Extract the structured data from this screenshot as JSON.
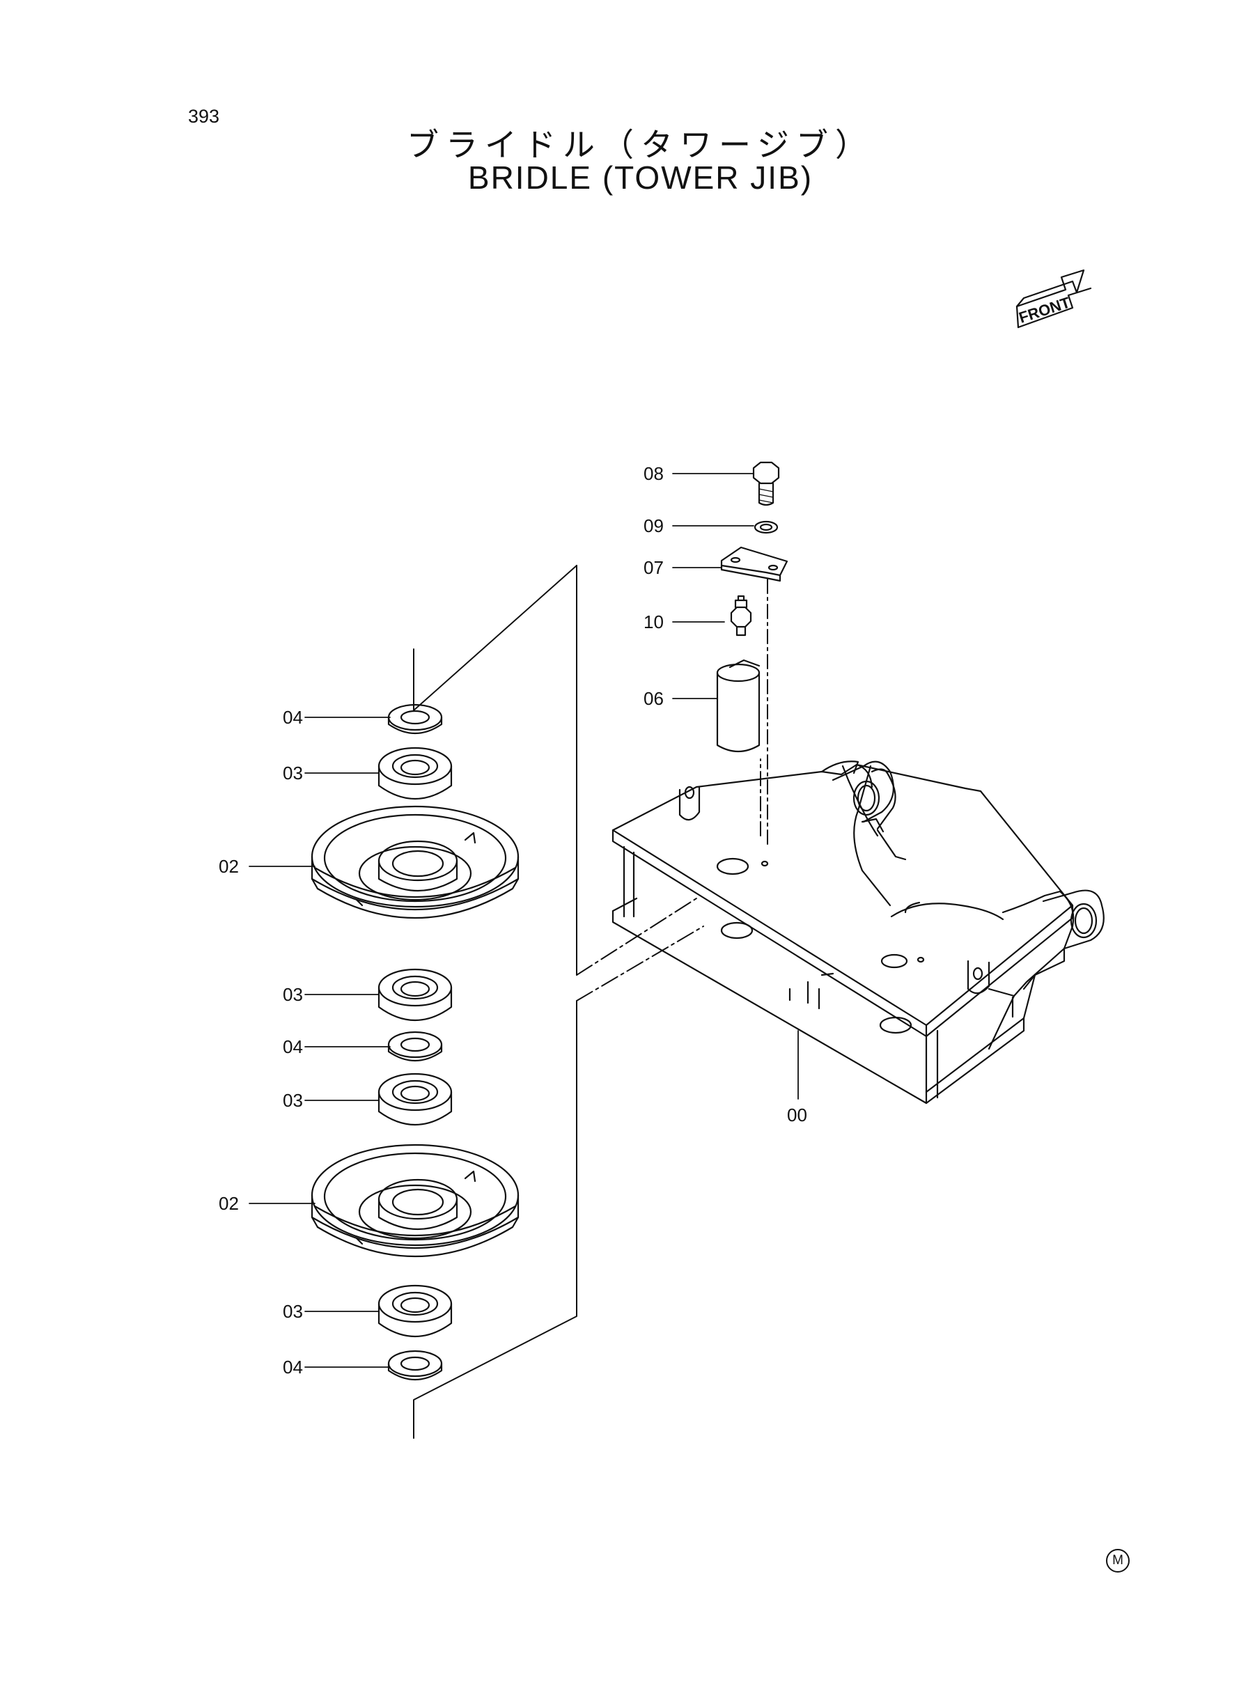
{
  "page_number": "393",
  "title": {
    "jp": "ブライドル（タワージブ）",
    "en": "BRIDLE (TOWER JIB)"
  },
  "front_indicator": "FRONT",
  "corner_mark": "M",
  "callouts": {
    "bolt": "08",
    "washer": "09",
    "plate": "07",
    "grease_fitting": "10",
    "pin": "06",
    "seal_top": "04",
    "bearing_1": "03",
    "sheave_upper": "02",
    "bearing_2": "03",
    "spacer": "04",
    "bearing_3": "03",
    "sheave_lower": "02",
    "bearing_4": "03",
    "seal_bottom": "04",
    "frame": "00"
  }
}
